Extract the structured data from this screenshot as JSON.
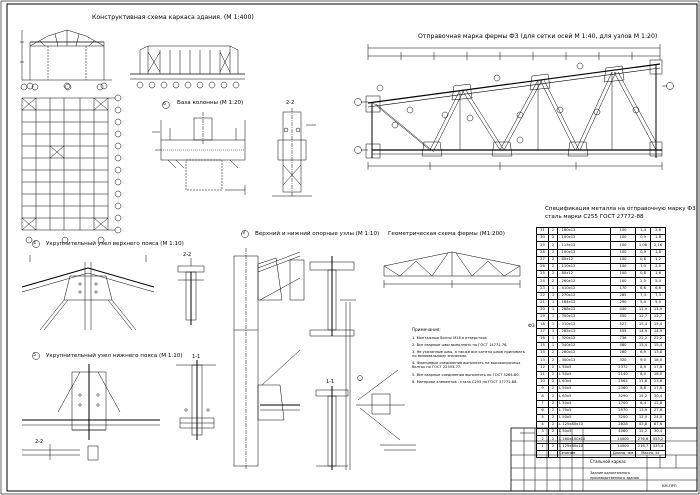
{
  "titles": {
    "frame_scheme": "Конструктивная схема  каркаса здания. (М 1:400)",
    "truss_mark": "Отправочная марка фермы Ф3 (для сетки осей М 1:40, для узлов М 1:20)",
    "column_base": "База колонны (М 1:20)",
    "top_chord": "Укрупнительный узел верхнего пояса (М 1:10)",
    "bottom_chord": "Укрупнительный узел нижнего пояса (М 1:10)",
    "support_nodes": "Верхний и нижний опорные узлы (М 1:10)",
    "geom_scheme": "Геометрическая схема фермы (М1:200)",
    "spec_title_1": "Спецификация металла на отправочную марку Ф3",
    "spec_title_2": "сталь марки С255 ГОСТ 27772-88"
  },
  "markers": {
    "base_num": "6",
    "top_num": "4",
    "bottom_num": "5",
    "support_num": "3",
    "sec22_a": "2-2",
    "sec22_b": "2-2",
    "sec22_c": "2-2",
    "sec11_a": "1-1",
    "sec11_b": "1-1"
  },
  "notes": {
    "title": "Примечания:",
    "items": [
      "1. Монтажные болты М16 в отверстиях",
      "2. Все сварные швы выполнять по ГОСТ 14771-76.",
      "3. Не указанные швы, а также все катеты швов принимать по минимальному значению.",
      "4. Фланцевые соединения выполнять на высокопрочных болтах по ГОСТ 22353-77.",
      "5. Все сварные соединения выполнять по ГОСТ 5264-80.",
      "6. Материал элементов - сталь С255 по ГОСТ 27772-88."
    ]
  },
  "spec": {
    "side_label": "Ф3",
    "rows": [
      [
        "31",
        "2",
        "- 180х12",
        "100",
        "1,4",
        "2,8"
      ],
      [
        "30",
        "2",
        "- 100х12",
        "100",
        "0,9",
        "1,8"
      ],
      [
        "29",
        "2",
        "- 115х12",
        "100",
        "1,08",
        "2,16"
      ],
      [
        "28",
        "2",
        "- 100х12",
        "100",
        "0,9",
        "1,8"
      ],
      [
        "27",
        "2",
        "- 60х12",
        "100",
        "0,6",
        "1,2"
      ],
      [
        "26",
        "2",
        "- 110х12",
        "100",
        "1,0",
        "2,0"
      ],
      [
        "25",
        "2",
        "- 80х12",
        "100",
        "0,8",
        "1,6"
      ],
      [
        "24",
        "2",
        "- 260х12",
        "100",
        "2,5",
        "5,0"
      ],
      [
        "23",
        "1",
        "- 410х12",
        "170",
        "6,6",
        "6,6"
      ],
      [
        "22",
        "1",
        "- 270х12",
        "285",
        "7,3",
        "7,3"
      ],
      [
        "21",
        "1",
        "- 184х12",
        "290",
        "5,0",
        "5,0"
      ],
      [
        "20",
        "1",
        "- 288х12",
        "440",
        "11,9",
        "11,9"
      ],
      [
        "19",
        "1",
        "- 300х12",
        "450",
        "12,7",
        "12,7"
      ],
      [
        "18",
        "1",
        "- 310х12",
        "527",
        "15,4",
        "15,4"
      ],
      [
        "17",
        "1",
        "- 285х12",
        "555",
        "14,9",
        "14,9"
      ],
      [
        "16",
        "1",
        "- 320х12",
        "736",
        "22,2",
        "22,2"
      ],
      [
        "15",
        "1",
        "- 340х12",
        "480",
        "15,4",
        "15,4"
      ],
      [
        "14",
        "2",
        "- 260х12",
        "280",
        "6,9",
        "13,8"
      ],
      [
        "13",
        "2",
        "- 300х12",
        "320",
        "9,0",
        "18,0"
      ],
      [
        "12",
        "2",
        "L 50х5",
        "2372",
        "8,9",
        "17,8"
      ],
      [
        "11",
        "2",
        "L 50х5",
        "2140",
        "8,0",
        "16,0"
      ],
      [
        "10",
        "2",
        "L 63х5",
        "2564",
        "11,8",
        "23,6"
      ],
      [
        "9",
        "2",
        "L 50х5",
        "2360",
        "8,8",
        "17,6"
      ],
      [
        "8",
        "2",
        "L 63х5",
        "3290",
        "15,2",
        "30,4"
      ],
      [
        "7",
        "2",
        "L 50х5",
        "1700",
        "6,4",
        "12,8"
      ],
      [
        "6",
        "2",
        "L 70х5",
        "2570",
        "13,9",
        "27,8"
      ],
      [
        "5",
        "2",
        "L 50х5",
        "3200",
        "12,0",
        "24,0"
      ],
      [
        "4",
        "2",
        "L 125х80х10",
        "2828",
        "43,8",
        "87,6"
      ],
      [
        "3",
        "2",
        "L 50х5",
        "4060",
        "15,2",
        "30,4"
      ],
      [
        "2",
        "2",
        "L 160х100х10",
        "14000",
        "276,6",
        "553,2"
      ],
      [
        "1",
        "2",
        "L 125х80х10",
        "14000",
        "216,7",
        "433,4"
      ]
    ],
    "footer_label": "Сечение",
    "footer_len": "Длина, мм",
    "footer_mass": "Масса, кг"
  },
  "stamp": {
    "title": "Стальной каркас",
    "subtitle_1": "Здание одноэтажного",
    "subtitle_2": "производственного здания",
    "sheet": "КМ-ПРП"
  }
}
